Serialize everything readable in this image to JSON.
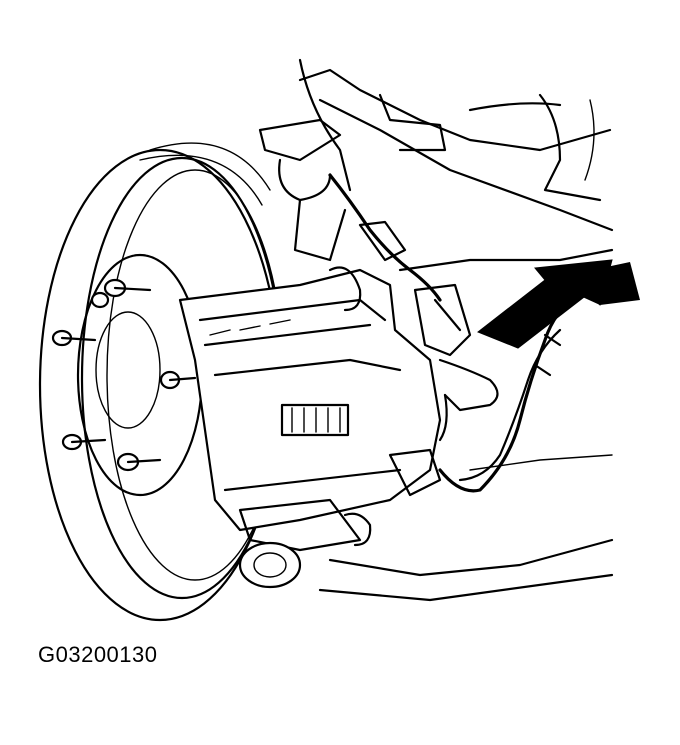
{
  "figure": {
    "caption": "G03200130",
    "icon": "brake-caliper-diagram",
    "pointer": "arrow-pointing-to-sensor"
  }
}
